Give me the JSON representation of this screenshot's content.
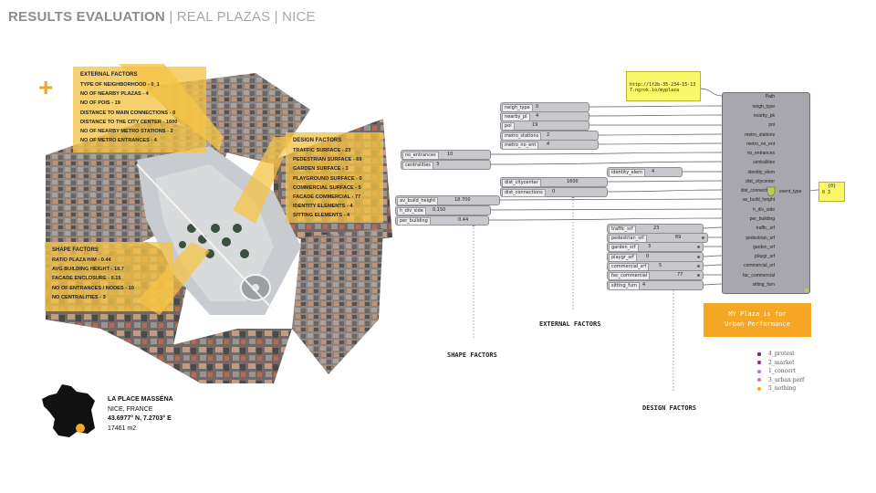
{
  "title": {
    "bold": "RESULTS EVALUATION",
    "light": "| REAL PLAZAS | NICE"
  },
  "plus_icon": "+",
  "external_panel": {
    "heading": "EXTERNAL FACTORS",
    "rows": [
      "TYPE OF NEIGHBORHOOD - 0_1",
      "NO OF NEARBY PLAZAS - 4",
      "NO OF POIS - 19",
      "DISTANCE TO MAIN CONNECTIONS - 0",
      "DISTANCE TO THE CITY CENTER - 1600",
      "NO OF NEARBY METRO STATIONS - 2",
      "NO OF METRO ENTRANCES - 4"
    ]
  },
  "design_panel": {
    "heading": "DESIGN FACTORS",
    "rows": [
      "TRAFFIC SURFACE - 23",
      "PEDESTRIAN SURFACE - 69",
      "GARDEN SURFACE - 3",
      "PLAYGROUND SURFACE - 0",
      "COMMERCIAL SURFACE - 5",
      "FACADE COMMERCIAL - 77",
      "IDENTITY ELEMENTS - 4",
      "SITTING ELEMENTS - 4"
    ]
  },
  "shape_panel": {
    "heading": "SHAPE FACTORS",
    "rows": [
      "RATIO PLAZA H/M - 0.44",
      "AVG BUILDING HEIGHT - 18.7",
      "FACADE ENCLOSURE - 0.15",
      "NO OF ENTRANCES / NODES - 10",
      "NO CENTRALITIES - 3"
    ]
  },
  "location": {
    "name": "LA PLACE MASSÉNA",
    "city": "NICE, FRANCE",
    "coords": "43.6977° N, 7.2703° E",
    "area": "17461 m2"
  },
  "url_note": "http://1f2b-35-234-15-137.ngrok.io/myplaza",
  "sliders": [
    {
      "label": "neigh_type",
      "value": "0"
    },
    {
      "label": "nearby_pl",
      "value": "4"
    },
    {
      "label": "poi",
      "value": "19"
    },
    {
      "label": "metro_stations",
      "value": "2"
    },
    {
      "label": "metro_no_ent",
      "value": "4"
    },
    {
      "label": "no_entrances",
      "value": "10"
    },
    {
      "label": "centralities",
      "value": "3"
    },
    {
      "label": "identity_elem",
      "value": "4"
    },
    {
      "label": "dist_citycenter",
      "value": "1600"
    },
    {
      "label": "dist_connections",
      "value": "0"
    },
    {
      "label": "av_build_height",
      "value": "18.700"
    },
    {
      "label": "h_div_side",
      "value": "0.150"
    },
    {
      "label": "per_building",
      "value": "0.44"
    },
    {
      "label": "traffic_srf",
      "value": "23"
    },
    {
      "label": "pedestrian_srf",
      "value": "69"
    },
    {
      "label": "garden_srf",
      "value": "3"
    },
    {
      "label": "playgr_srf",
      "value": "0"
    },
    {
      "label": "commercial_srf",
      "value": "5"
    },
    {
      "label": "fac_commercial",
      "value": "77"
    },
    {
      "label": "sitting_furn",
      "value": "4"
    }
  ],
  "component_inputs": [
    "Path",
    "neigh_type",
    "nearby_pk",
    "poi",
    "metro_stations",
    "metro_no_ent",
    "no_entrances",
    "centralities",
    "identity_elem",
    "dist_citycenter",
    "dist_connections",
    "av_build_height",
    "h_div_side",
    "per_building",
    "traffic_srf",
    "pedestrian_srf",
    "garden_srf",
    "playgr_srf",
    "commercial_srf",
    "fac_commercial",
    "sitting_furn"
  ],
  "component_output": "event_type",
  "output_panel": {
    "header": "{0}",
    "value": "0 3"
  },
  "result": {
    "line1": "MY Plaza is for",
    "line2": "Urban Performance"
  },
  "group_labels": {
    "external": "EXTERNAL FACTORS",
    "shape": "SHAPE FACTORS",
    "design": "DESIGN FACTORS"
  },
  "legend": [
    {
      "label": "4_protest",
      "color": "#6a1b9a"
    },
    {
      "label": "2_market",
      "color": "#8e24aa"
    },
    {
      "label": "1_concert",
      "color": "#c06fd8"
    },
    {
      "label": "3_urban perf",
      "color": "#f06292"
    },
    {
      "label": "5_nothing",
      "color": "#f5a623"
    }
  ]
}
